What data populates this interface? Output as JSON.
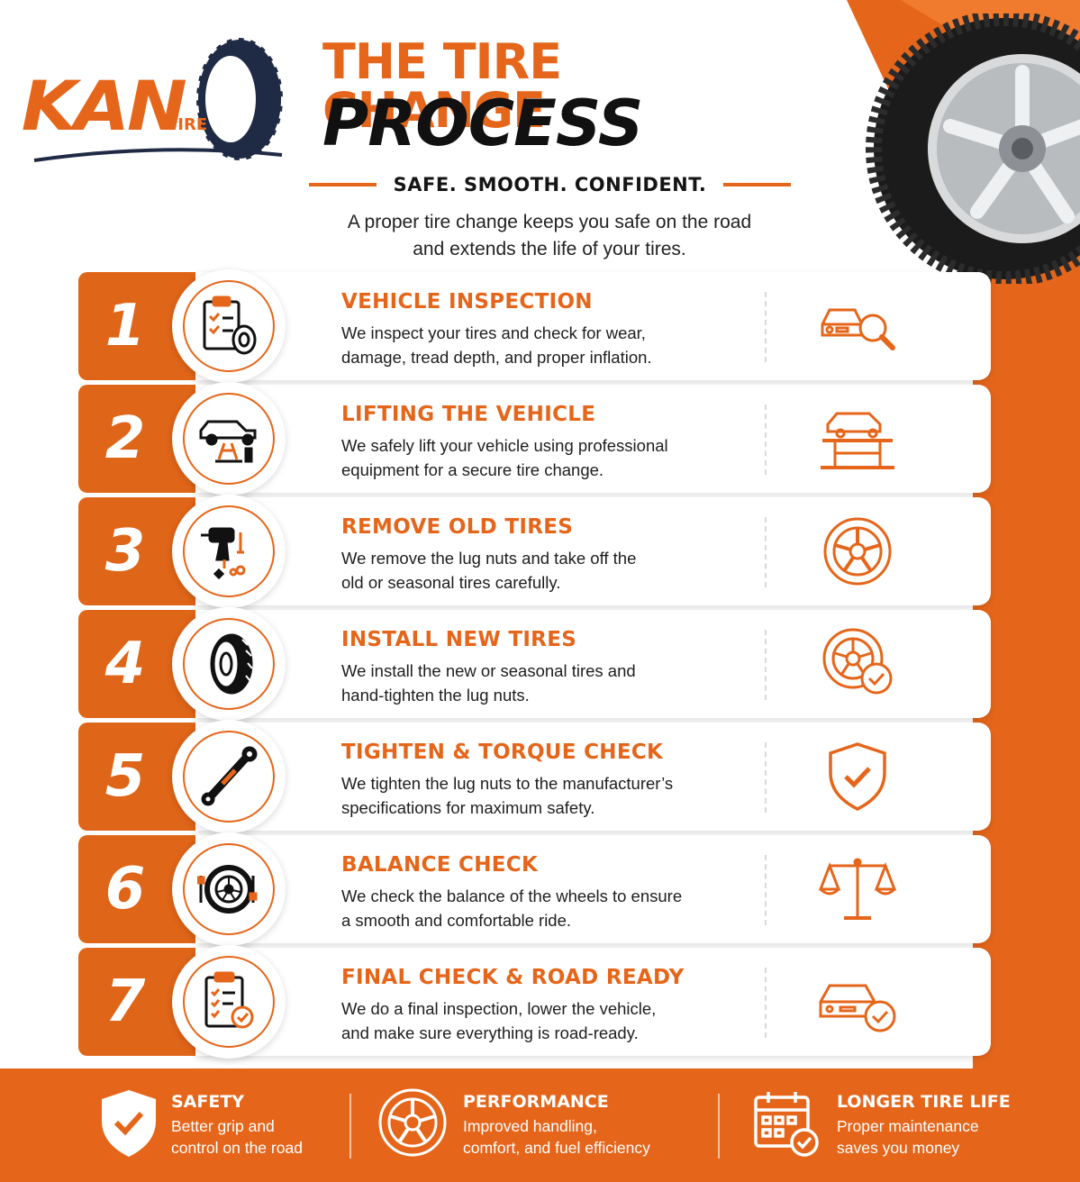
{
  "brand": {
    "name": "KAN",
    "sub": "TIRE"
  },
  "header": {
    "title_line1": "THE TIRE CHANGE",
    "title_line2": "PROCESS",
    "tagline": "SAFE. SMOOTH. CONFIDENT.",
    "intro_line1": "A proper tire change keeps you safe on the road",
    "intro_line2": "and extends the life of your tires."
  },
  "steps": [
    {
      "number": "1",
      "title": "VEHICLE INSPECTION",
      "desc1": "We inspect your tires and check for wear,",
      "desc2": "damage, tread depth, and proper inflation.",
      "left_icon": "clipboard-tire-icon",
      "right_icon": "car-search-icon"
    },
    {
      "number": "2",
      "title": "LIFTING THE VEHICLE",
      "desc1": "We safely lift your vehicle using professional",
      "desc2": "equipment for a secure tire change.",
      "left_icon": "car-jack-icon",
      "right_icon": "car-lift-icon"
    },
    {
      "number": "3",
      "title": "REMOVE OLD TIRES",
      "desc1": "We remove the lug nuts and take off the",
      "desc2": "old or seasonal tires carefully.",
      "left_icon": "impact-wrench-icon",
      "right_icon": "wheel-icon"
    },
    {
      "number": "4",
      "title": "INSTALL NEW TIRES",
      "desc1": "We install the new or seasonal tires and",
      "desc2": "hand-tighten the lug nuts.",
      "left_icon": "tire-icon",
      "right_icon": "wheel-check-icon"
    },
    {
      "number": "5",
      "title": "TIGHTEN & TORQUE CHECK",
      "desc1": "We tighten the lug nuts to the manufacturer’s",
      "desc2": "specifications for maximum safety.",
      "left_icon": "torque-wrench-icon",
      "right_icon": "shield-check-icon"
    },
    {
      "number": "6",
      "title": "BALANCE CHECK",
      "desc1": "We check the balance of the wheels to ensure",
      "desc2": "a smooth and comfortable ride.",
      "left_icon": "wheel-balance-icon",
      "right_icon": "scales-icon"
    },
    {
      "number": "7",
      "title": "FINAL CHECK & ROAD READY",
      "desc1": "We do a final inspection, lower the vehicle,",
      "desc2": "and make sure everything is road-ready.",
      "left_icon": "clipboard-check-icon",
      "right_icon": "car-check-icon"
    }
  ],
  "footer": [
    {
      "title": "SAFETY",
      "desc1": "Better grip and",
      "desc2": "control on the road",
      "icon": "shield-check-icon"
    },
    {
      "title": "PERFORMANCE",
      "desc1": "Improved handling,",
      "desc2": "comfort, and fuel efficiency",
      "icon": "wheel-icon"
    },
    {
      "title": "LONGER TIRE LIFE",
      "desc1": "Proper maintenance",
      "desc2": "saves you money",
      "icon": "calendar-check-icon"
    }
  ],
  "colors": {
    "accent": "#e5661b",
    "dark": "#111111",
    "white": "#ffffff"
  }
}
